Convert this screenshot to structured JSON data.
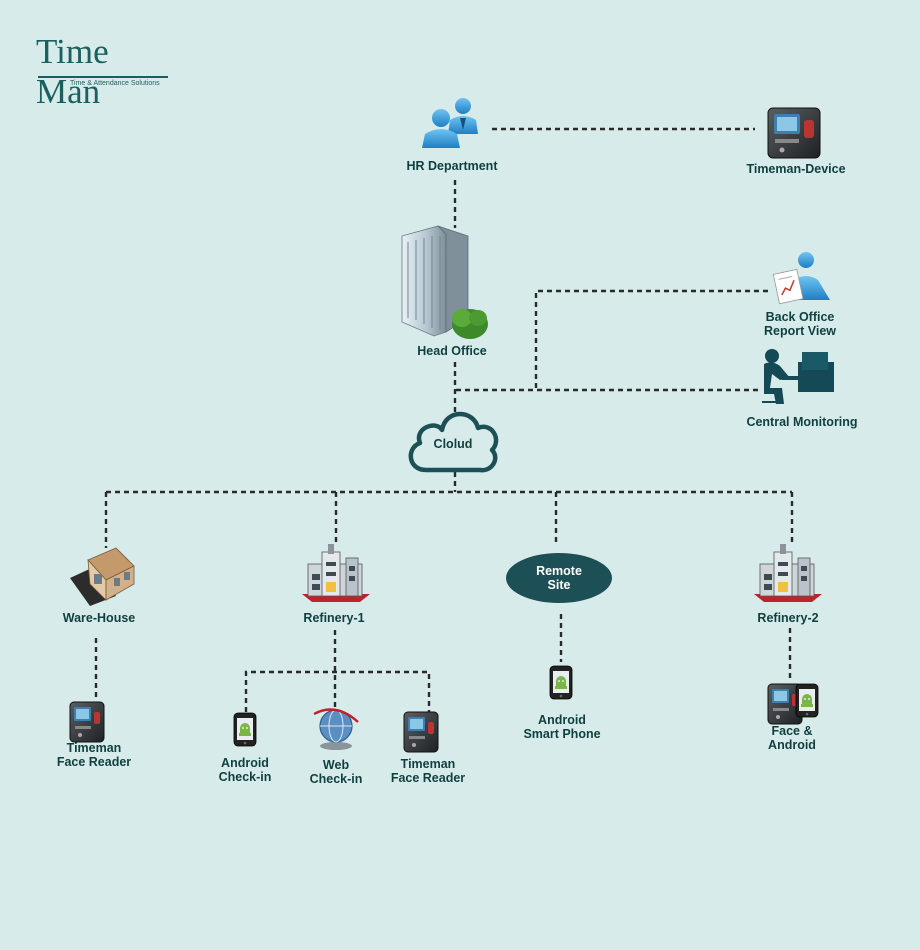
{
  "brand": {
    "logo_text": "Time Man",
    "tagline": "Time & Attendance Solutions"
  },
  "nodes": {
    "hr": "HR Department",
    "device": "Timeman-Device",
    "head_office": "Head Office",
    "back_office": [
      "Back Office",
      "Report View"
    ],
    "central_monitoring": "Central Monitoring",
    "cloud": "Clolud",
    "warehouse": "Ware-House",
    "refinery1": "Refinery-1",
    "remote_site": [
      "Remote",
      "Site"
    ],
    "refinery2": "Refinery-2",
    "wh_reader": [
      "Timeman",
      "Face Reader"
    ],
    "android_checkin": [
      "Android",
      "Check-in"
    ],
    "web_checkin": [
      "Web",
      "Check-in"
    ],
    "r1_reader": [
      "Timeman",
      "Face Reader"
    ],
    "android_phone": [
      "Android",
      "Smart Phone"
    ],
    "face_android": [
      "Face &",
      "Android"
    ]
  },
  "colors": {
    "background": "#d7ebeb",
    "connector": "#2a2a2a",
    "cloud_fill": "#1d4f57",
    "remote_site_fill": "#1d4f57",
    "label": "#0f3f3f"
  },
  "icons": {
    "hr": "people-group-icon",
    "device": "face-reader-device-icon",
    "head_office": "office-building-icon",
    "back_office": "report-user-icon",
    "central_monitoring": "desk-operator-icon",
    "cloud": "cloud-icon",
    "warehouse": "warehouse-icon",
    "refinery": "factory-icon",
    "android": "android-phone-icon",
    "web": "globe-icon"
  }
}
